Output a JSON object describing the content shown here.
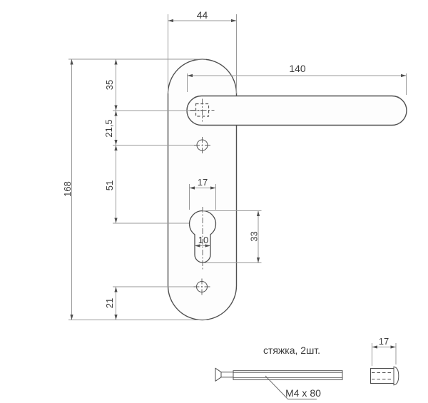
{
  "dims": {
    "plate_width": "44",
    "handle_length": "140",
    "overall_height": "168",
    "top_to_handle": "35",
    "handle_to_screw": "21,5",
    "screw_to_cylinder": "51",
    "bottom_offset": "21",
    "cylinder_width": "17",
    "cylinder_slot_width": "10",
    "cylinder_height": "33"
  },
  "fastener": {
    "label": "стяжка, 2шт.",
    "size_label": "M4 x 80",
    "sleeve_width": "17"
  },
  "colors": {
    "outline": "#4f4f4f",
    "dimension_lines": "#9a9a9a",
    "text": "#3a3a3a",
    "background": "#ffffff",
    "fill": "#fdfdfd"
  }
}
